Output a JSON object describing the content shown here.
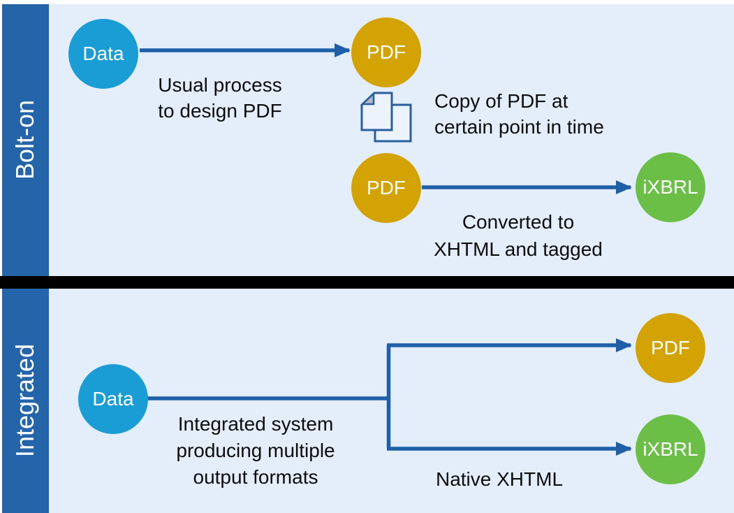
{
  "colors": {
    "background": "#ffffff",
    "panel": "#e4eefb",
    "sidebar": "#2464a8",
    "divider": "#000000",
    "arrow": "#1f5fa8",
    "text": "#0d0d0d",
    "circle_text": "#ffffff",
    "data_circle": "#1a9cd4",
    "pdf_circle": "#d3a303",
    "ixbrl_circle": "#6bbf47",
    "icon_outline": "#2a5f9e",
    "icon_fill": "#edf3fd",
    "icon_fold": "#b3bac4"
  },
  "icons": {
    "copy_pages": "copy-pages-icon"
  },
  "bolt_on": {
    "sidebar_label": "Bolt-on",
    "nodes": {
      "data": "Data",
      "pdf_top": "PDF",
      "pdf_copy": "PDF",
      "ixbrl": "iXBRL"
    },
    "captions": {
      "process": [
        "Usual process",
        "to design PDF"
      ],
      "copy": [
        "Copy of PDF at",
        "certain point in time"
      ],
      "converted": [
        "Converted to",
        "XHTML and tagged"
      ]
    }
  },
  "integrated": {
    "sidebar_label": "Integrated",
    "nodes": {
      "data": "Data",
      "pdf": "PDF",
      "ixbrl": "iXBRL"
    },
    "captions": {
      "system": [
        "Integrated system",
        "producing multiple",
        "output formats"
      ],
      "native": [
        "Native XHTML"
      ]
    }
  }
}
